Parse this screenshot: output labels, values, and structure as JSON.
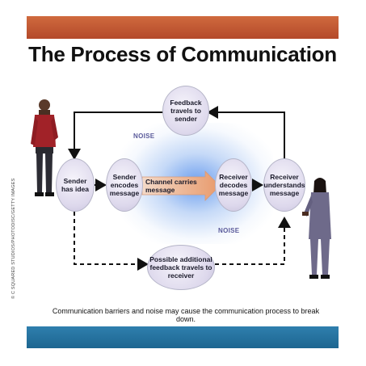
{
  "title": "The Process of Communication",
  "credit": "© C SQUARED STUDIOS/PHOTODISC/GETTY IMAGES",
  "caption": "Communication barriers and noise may cause the communication process to break down.",
  "noise_labels": [
    "NOISE",
    "NOISE"
  ],
  "nodes": {
    "feedback": "Feedback travels to sender",
    "sender": "Sender has idea",
    "encodes": "Sender encodes message",
    "channel": "Channel carries message",
    "decodes": "Receiver decodes message",
    "understands": "Receiver understands message",
    "possible_feedback": "Possible additional feedback travels to receiver"
  },
  "colors": {
    "top_band": "#c0562f",
    "bottom_band": "#2872a0",
    "node_fill": "#ddd8ec",
    "glow": "#5a8ee8"
  }
}
